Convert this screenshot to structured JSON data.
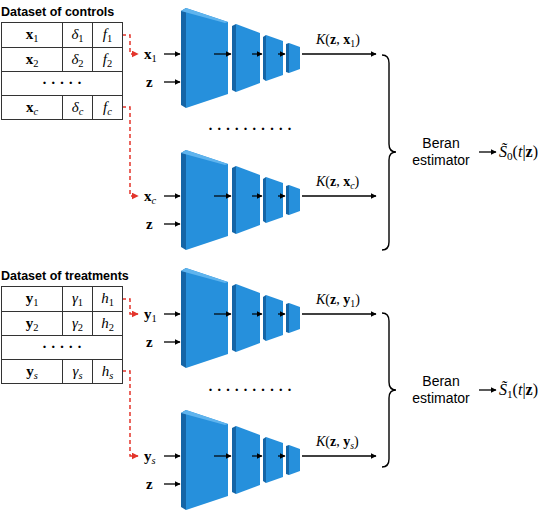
{
  "diagram": {
    "nodes": [
      {
        "text": [
          "Dataset of controls"
        ]
      },
      {
        "text": [
          "x1",
          "δ1",
          "f1"
        ],
        "in": 0
      },
      {
        "text": [
          "x2",
          "δ2",
          "f2"
        ],
        "in": 0
      },
      {
        "text": [
          "· · · · ·"
        ],
        "in": 0
      },
      {
        "text": [
          "xc",
          "δc",
          "fc"
        ],
        "in": 0
      },
      {
        "text": [
          "x1",
          "z",
          "K(z, x1)"
        ]
      },
      {
        "text": [
          "xc",
          "z",
          "K(z, xc)"
        ]
      },
      {
        "text": [
          "Dataset of treatments"
        ]
      },
      {
        "text": [
          "y1",
          "γ1",
          "h1"
        ],
        "in": 7
      },
      {
        "text": [
          "y2",
          "γ2",
          "h2"
        ],
        "in": 7
      },
      {
        "text": [
          "· · · · ·"
        ],
        "in": 7
      },
      {
        "text": [
          "ys",
          "γs",
          "hs"
        ],
        "in": 7
      },
      {
        "text": [
          "y1",
          "z",
          "K(z, y1)"
        ]
      },
      {
        "text": [
          "ys",
          "z",
          "K(z, ys)"
        ]
      }
    ],
    "edges": [
      {
        "from": 1,
        "to": 5,
        "arrow": "to"
      },
      {
        "from": 4,
        "to": 6,
        "arrow": "to"
      },
      {
        "from": 8,
        "to": 12,
        "arrow": "to"
      },
      {
        "from": 11,
        "to": 13,
        "arrow": "to"
      }
    ],
    "labels": [
      "· · · · · · · · · ·",
      "Beran estimator",
      "S̃0(t|z)",
      "· · · · · · · · · ·",
      "Beran estimator",
      "S̃1(t|z)"
    ]
  }
}
